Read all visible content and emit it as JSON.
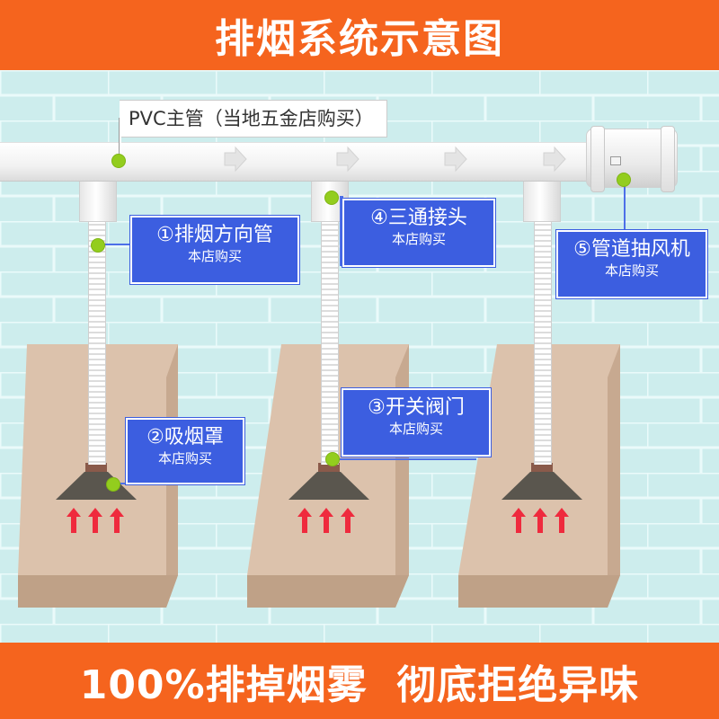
{
  "header": {
    "title": "排烟系统示意图"
  },
  "footer": {
    "slogan": "100%排掉烟雾  彻底拒绝异味"
  },
  "pvc": {
    "label": "PVC主管（当地五金店购买）"
  },
  "callouts": {
    "direction_pipe": {
      "title": "①排烟方向管",
      "sub": "本店购买"
    },
    "hood": {
      "title": "②吸烟罩",
      "sub": "本店购买"
    },
    "valve": {
      "title": "③开关阀门",
      "sub": "本店购买"
    },
    "tee": {
      "title": "④三通接头",
      "sub": "本店购买"
    },
    "fan": {
      "title": "⑤管道抽风机",
      "sub": "本店购买"
    }
  },
  "colors": {
    "banner": "#f5641e",
    "callout": "#3c5ee0",
    "dot": "#93cd1e",
    "wall": "#cfeeee",
    "brick_line": "#eafafa",
    "block": "#dcc2ac",
    "hood": "#5a564e",
    "flow_arrow": "#ef2a3d"
  },
  "icons": {
    "flow": "chevron-right-arrow",
    "heat": "up-arrow"
  }
}
